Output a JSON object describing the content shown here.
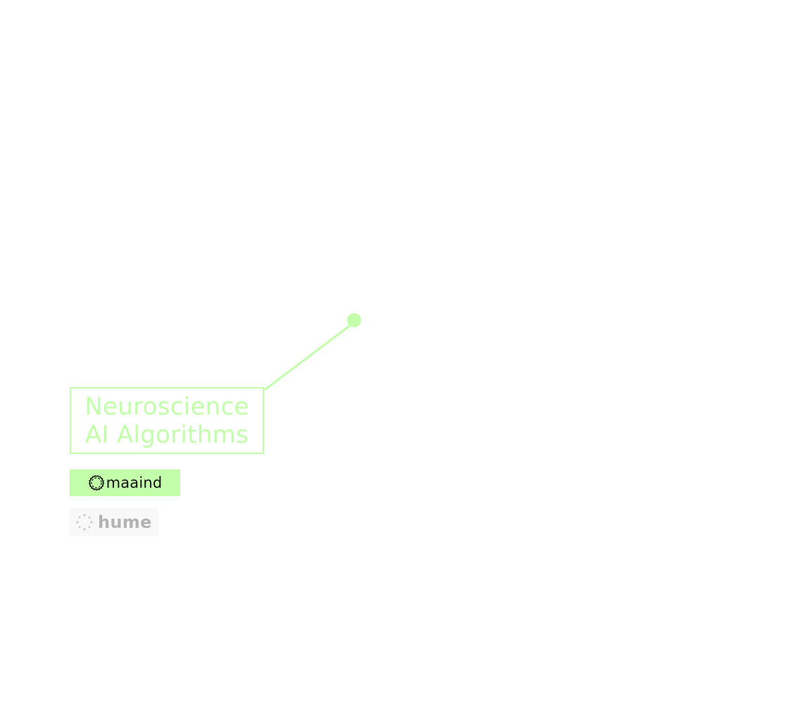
{
  "colors": {
    "accent": "#c3ffaa",
    "background": "#ffffff",
    "hume_text": "#b3b3b3",
    "maaind_text": "#111111"
  },
  "label": {
    "line1": "Neuroscience",
    "line2": "AI Algorithms"
  },
  "logos": {
    "maaind": {
      "text": "maaind",
      "icon": "maaind-ring-icon"
    },
    "hume": {
      "text": "hume",
      "icon": "hume-dotted-circle-icon"
    }
  }
}
